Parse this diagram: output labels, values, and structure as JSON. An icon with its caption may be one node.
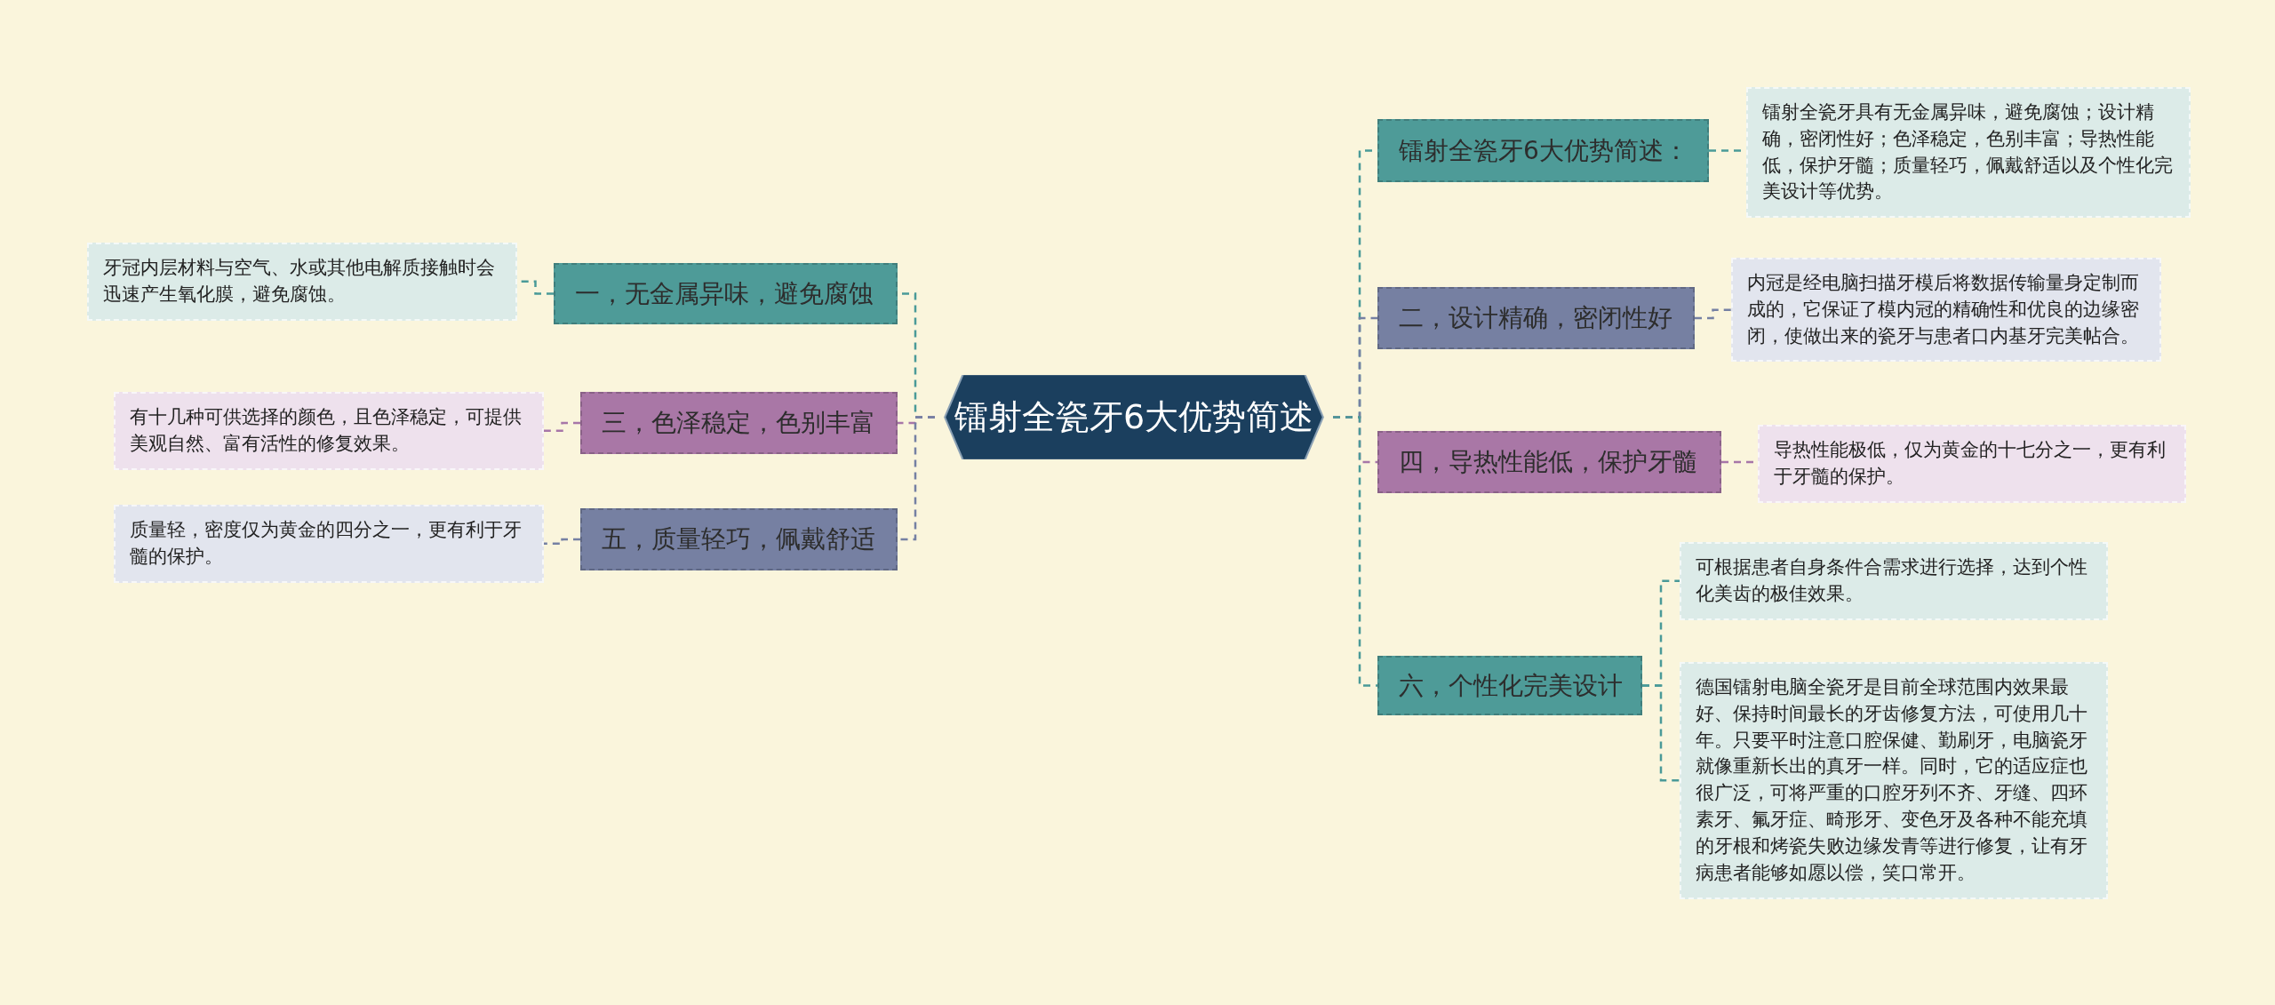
{
  "diagram": {
    "nodes": [
      {
        "text": [
          "镭射全瓷牙6大优势简述"
        ]
      },
      {
        "text": [
          "一，无金属异味，避免腐蚀"
        ]
      },
      {
        "text": [
          "牙冠内层材料与空气、水或其他电解质接触时会迅速产生氧化膜，避免腐蚀。"
        ]
      },
      {
        "text": [
          "三，色泽稳定，色别丰富"
        ]
      },
      {
        "text": [
          "有十几种可供选择的颜色，且色泽稳定，可提供美观自然、富有活性的修复效果。"
        ]
      },
      {
        "text": [
          "五，质量轻巧，佩戴舒适"
        ]
      },
      {
        "text": [
          "质量轻，密度仅为黄金的四分之一，更有利于牙髓的保护。"
        ]
      },
      {
        "text": [
          "镭射全瓷牙6大优势简述："
        ]
      },
      {
        "text": [
          "镭射全瓷牙具有无金属异味，避免腐蚀；设计精确，密闭性好；色泽稳定，色别丰富；导热性能低，保护牙髓；质量轻巧，佩戴舒适以及个性化完美设计等优势。"
        ]
      },
      {
        "text": [
          "二，设计精确，密闭性好"
        ]
      },
      {
        "text": [
          "内冠是经电脑扫描牙模后将数据传输量身定制而成的，它保证了模内冠的精确性和优良的边缘密闭，使做出来的瓷牙与患者口内基牙完美帖合。"
        ]
      },
      {
        "text": [
          "四，导热性能低，保护牙髓"
        ]
      },
      {
        "text": [
          "导热性能极低，仅为黄金的十七分之一，更有利于牙髓的保护。"
        ]
      },
      {
        "text": [
          "六，个性化完美设计"
        ]
      },
      {
        "text": [
          "可根据患者自身条件合需求进行选择，达到个性化美齿的极佳效果。"
        ]
      },
      {
        "text": [
          "德国镭射电脑全瓷牙是目前全球范围内效果最好、保持时间最长的牙齿修复方法，可使用几十年。只要平时注意口腔保健、勤刷牙，电脑瓷牙就像重新长出的真牙一样。同时，它的适应症也很广泛，可将严重的口腔牙列不齐、牙缝、四环素牙、氟牙症、畸形牙、变色牙及各种不能充填的牙根和烤瓷失败边缘发青等进行修复，让有牙病患者能够如愿以偿，笑口常开。"
        ]
      }
    ],
    "edges": [
      {
        "from": 0,
        "to": 1,
        "arrow": "none",
        "style": "dashed"
      },
      {
        "from": 1,
        "to": 2,
        "arrow": "none",
        "style": "dashed"
      },
      {
        "from": 0,
        "to": 3,
        "arrow": "none",
        "style": "dashed",
        "color": "#a776a8"
      },
      {
        "from": 3,
        "to": 4,
        "arrow": "none",
        "style": "dashed",
        "color": "#a776a8"
      },
      {
        "from": 0,
        "to": 5,
        "arrow": "none",
        "style": "dashed",
        "color": "#7580a3"
      },
      {
        "from": 5,
        "to": 6,
        "arrow": "none",
        "style": "dashed",
        "color": "#7580a3"
      },
      {
        "from": 0,
        "to": 7,
        "arrow": "none",
        "style": "dashed"
      },
      {
        "from": 7,
        "to": 8,
        "arrow": "none",
        "style": "dashed"
      },
      {
        "from": 0,
        "to": 9,
        "arrow": "none",
        "style": "dashed",
        "color": "#7580a3"
      },
      {
        "from": 9,
        "to": 10,
        "arrow": "none",
        "style": "dashed",
        "color": "#7580a3"
      },
      {
        "from": 0,
        "to": 11,
        "arrow": "none",
        "style": "dashed",
        "color": "#a776a8"
      },
      {
        "from": 11,
        "to": 12,
        "arrow": "none",
        "style": "dashed",
        "color": "#a776a8"
      },
      {
        "from": 0,
        "to": 13,
        "arrow": "none",
        "style": "dashed"
      },
      {
        "from": 13,
        "to": 14,
        "arrow": "none",
        "style": "dashed"
      },
      {
        "from": 13,
        "to": 15,
        "arrow": "none",
        "style": "dashed"
      }
    ]
  }
}
